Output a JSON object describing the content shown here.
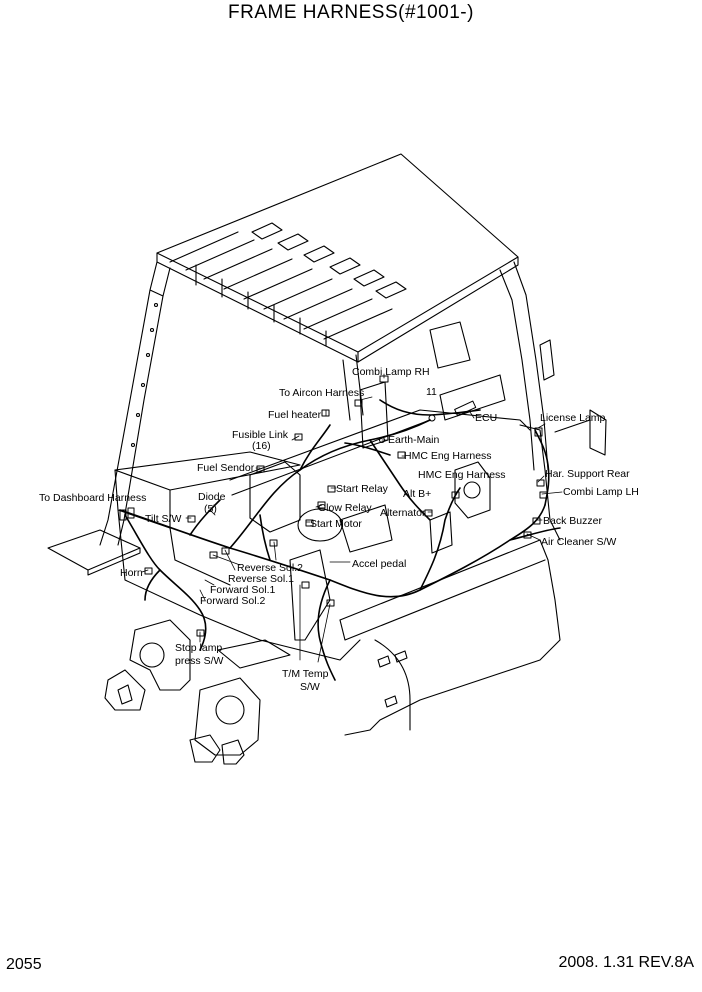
{
  "title": "FRAME HARNESS(#1001-)",
  "page_number": "2055",
  "revision": "2008. 1.31  REV.8A",
  "callouts": {
    "combi_lamp_rh": "Combi Lamp RH",
    "item_11": "11",
    "to_aircon_harness": "To Aircon Harness",
    "fuel_heater": "Fuel heater",
    "ecu": "ECU",
    "license_lamp": "License Lamp",
    "fusible_link": "Fusible Link",
    "fusible_link_qty": "(16)",
    "earth_main": "Earth-Main",
    "hmc_eng_harness_1": "HMC Eng Harness",
    "hmc_eng_harness_2": "HMC Eng Harness",
    "har_support_rear": "Har. Support Rear",
    "fuel_sendor": "Fuel Sendor",
    "start_relay": "Start Relay",
    "alt_b": "Alt B+",
    "combi_lamp_lh": "Combi Lamp LH",
    "to_dashboard_harness": "To Dashboard Harness",
    "diode": "Diode",
    "diode_qty": "(5)",
    "glow_relay": "Glow Relay",
    "alternator": "Alternator",
    "tilt_sw": "Tilt S/W",
    "start_motor": "Start Motor",
    "back_buzzer": "Back Buzzer",
    "air_cleaner_sw": "Air Cleaner S/W",
    "reverse_sol_2": "Reverse Sol.2",
    "reverse_sol_1": "Reverse Sol.1",
    "accel_pedal": "Accel pedal",
    "horn": "Horn",
    "forward_sol_1": "Forward Sol.1",
    "forward_sol_2": "Forward Sol.2",
    "stop_lamp_line1": "Stop lamp",
    "stop_lamp_line2": "press S/W",
    "tm_temp_line1": "T/M Temp",
    "tm_temp_line2": "S/W"
  }
}
